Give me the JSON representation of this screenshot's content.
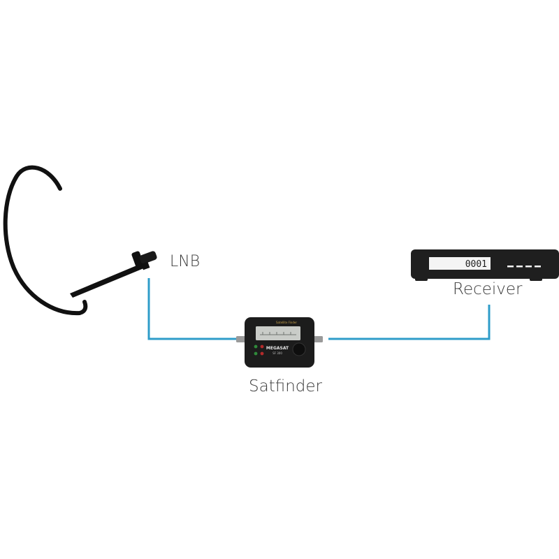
{
  "labels": {
    "lnb": "LNB",
    "receiver": "Receiver",
    "satfinder": "Satfinder"
  },
  "receiver": {
    "display_text": "0001"
  },
  "satfinder": {
    "top_caption": "Satellite Finder",
    "brand": "MEGASAT",
    "model": "SF 300"
  },
  "colors": {
    "cable": "#2e9cc9",
    "device_body": "#1f1f1f",
    "dish": "#111111",
    "label_text": "#3a3a3a"
  },
  "icons": {
    "dish": "satellite-dish-icon",
    "receiver": "set-top-box-icon",
    "satfinder": "signal-meter-icon"
  }
}
